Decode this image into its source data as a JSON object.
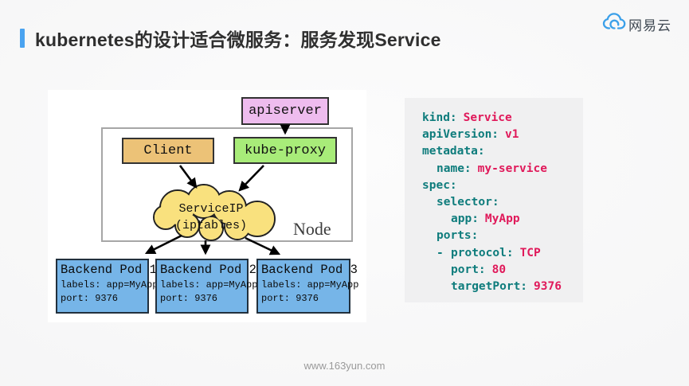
{
  "slide": {
    "title": "kubernetes的设计适合微服务：服务发现Service",
    "footer": "www.163yun.com",
    "accent_color": "#4aa3f0"
  },
  "logo": {
    "text": "网易云",
    "color": "#3ba0e9"
  },
  "diagram": {
    "apiserver_label": "apiserver",
    "client_label": "Client",
    "kube_proxy_label": "kube-proxy",
    "service_cloud": {
      "line1": "ServiceIP",
      "line2": "(iptables)"
    },
    "node_label": "Node",
    "pods": [
      {
        "title": "Backend Pod 1",
        "labels_line": "labels: app=MyApp",
        "port_line": "port: 9376"
      },
      {
        "title": "Backend Pod 2",
        "labels_line": "labels: app=MyApp",
        "port_line": "port: 9376"
      },
      {
        "title": "Backend Pod 3",
        "labels_line": "labels: app=MyApp",
        "port_line": "port: 9376"
      }
    ],
    "colors": {
      "apiserver_fill": "#eebcee",
      "client_fill": "#ecc277",
      "kube_proxy_fill": "#a8ec79",
      "cloud_fill": "#f9e17e",
      "pod_fill": "#76b5e8",
      "arrow": "#000000"
    }
  },
  "yaml": {
    "key_color": "#0e7c7c",
    "value_color": "#e0195a",
    "lines": [
      {
        "key": "kind:",
        "value": "Service"
      },
      {
        "key": "apiVersion:",
        "value": "v1"
      },
      {
        "key": "metadata:"
      },
      {
        "key": "name:",
        "value": "my-service"
      },
      {
        "key": "spec:"
      },
      {
        "key": "selector:"
      },
      {
        "key": "app:",
        "value": "MyApp"
      },
      {
        "key": "ports:"
      },
      {
        "prefix": "- ",
        "key": "protocol:",
        "value": "TCP"
      },
      {
        "key": "port:",
        "value": "80"
      },
      {
        "key": "targetPort:",
        "value": "9376"
      }
    ]
  }
}
